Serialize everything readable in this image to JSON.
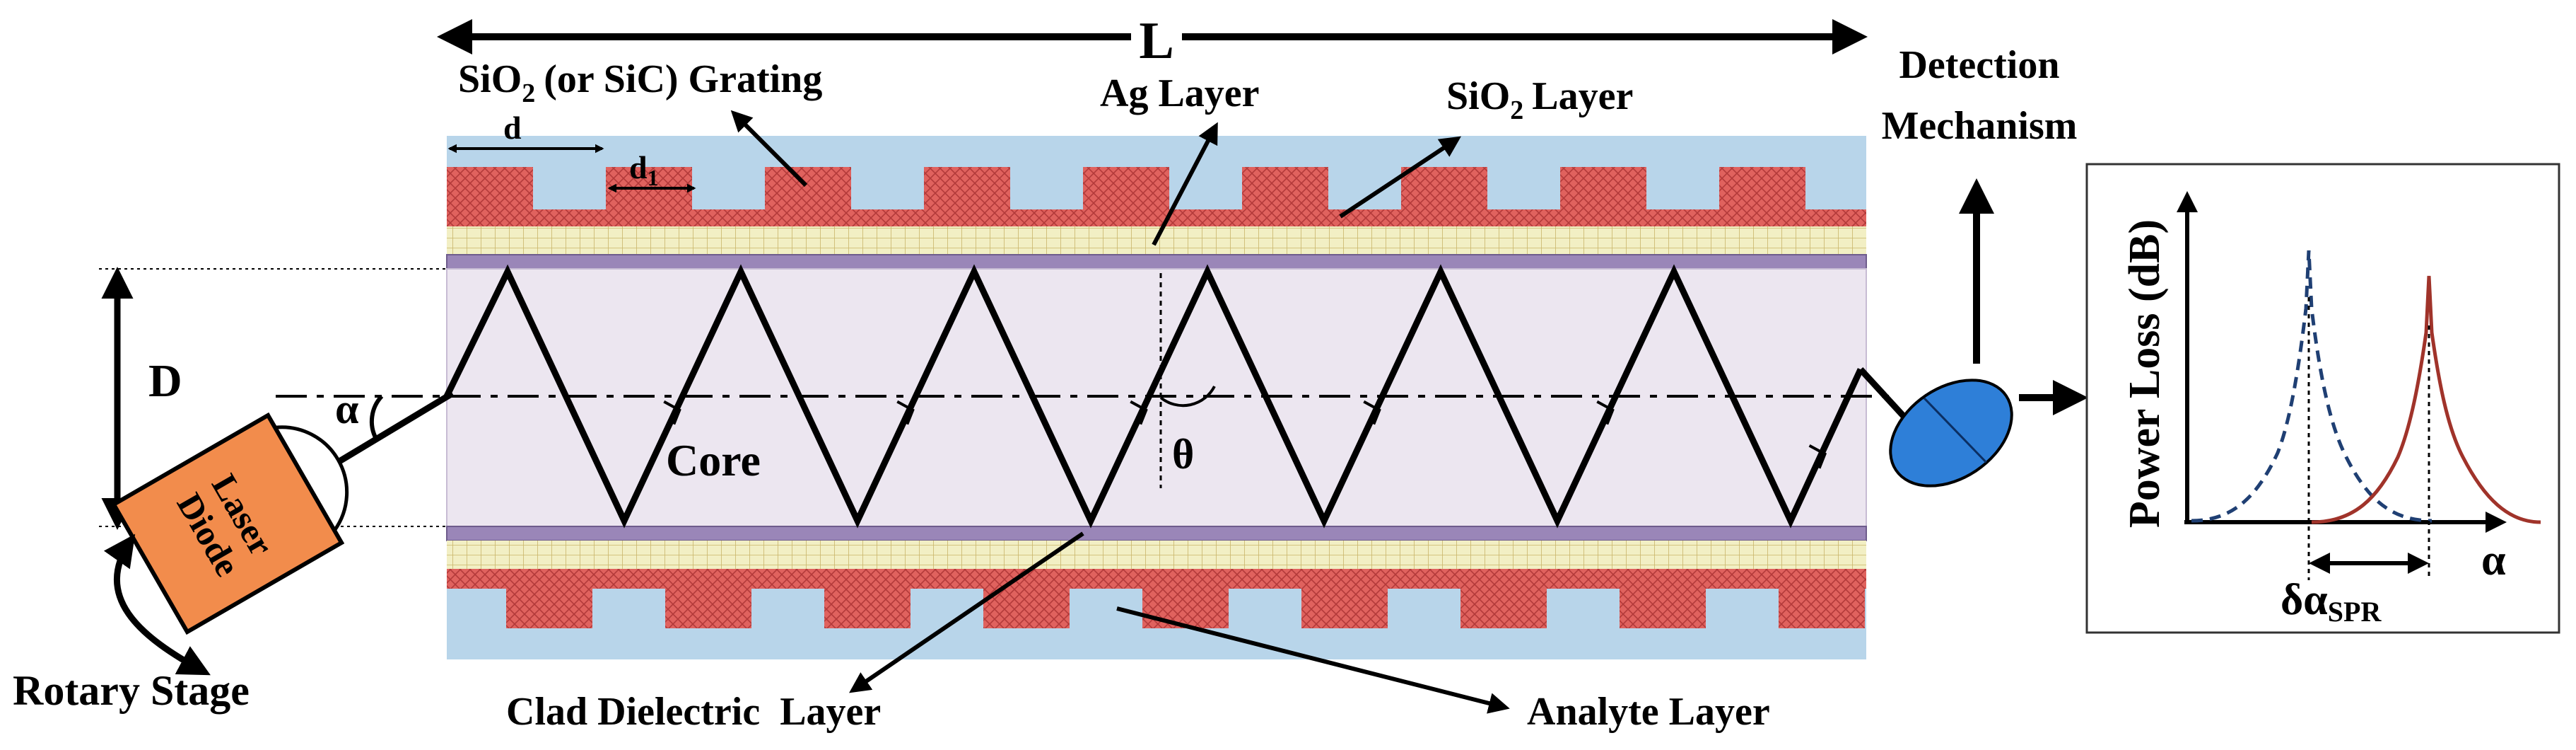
{
  "labels": {
    "length": "L",
    "diameter": "D",
    "grating_text": "(or SiC) Grating",
    "grating_period": "d",
    "grating_width": "d",
    "grating_width_sub": "1",
    "ag_layer": "Ag Layer",
    "sio2_layer_text": "Layer",
    "detection_line1": "Detection",
    "detection_line2": "Mechanism",
    "core": "Core",
    "theta": "θ",
    "alpha": "α",
    "laser_line1": "Laser",
    "laser_line2": "Diode",
    "rotary_stage": "Rotary Stage",
    "clad_dielectric": "Clad Dielectric  Layer",
    "analyte_layer": "Analyte Layer",
    "sio2_base": "SiO",
    "sio2_sub": "2"
  },
  "graph": {
    "ylabel": "Power Loss (dB)",
    "xlabel": "α",
    "shift_label": "δα",
    "shift_sub": "SPR"
  },
  "colors": {
    "analyte_blue": "#b8d5ea",
    "grating_red": "#e0625e",
    "metal_yellow": "#f2efc4",
    "clad_purple": "#9a86b8",
    "core_lavender": "#ece6f0",
    "laser_orange": "#f28c4c",
    "detector_blue": "#2e7fd8",
    "curve_blue": "#1f3f73",
    "curve_red": "#a0332a"
  }
}
